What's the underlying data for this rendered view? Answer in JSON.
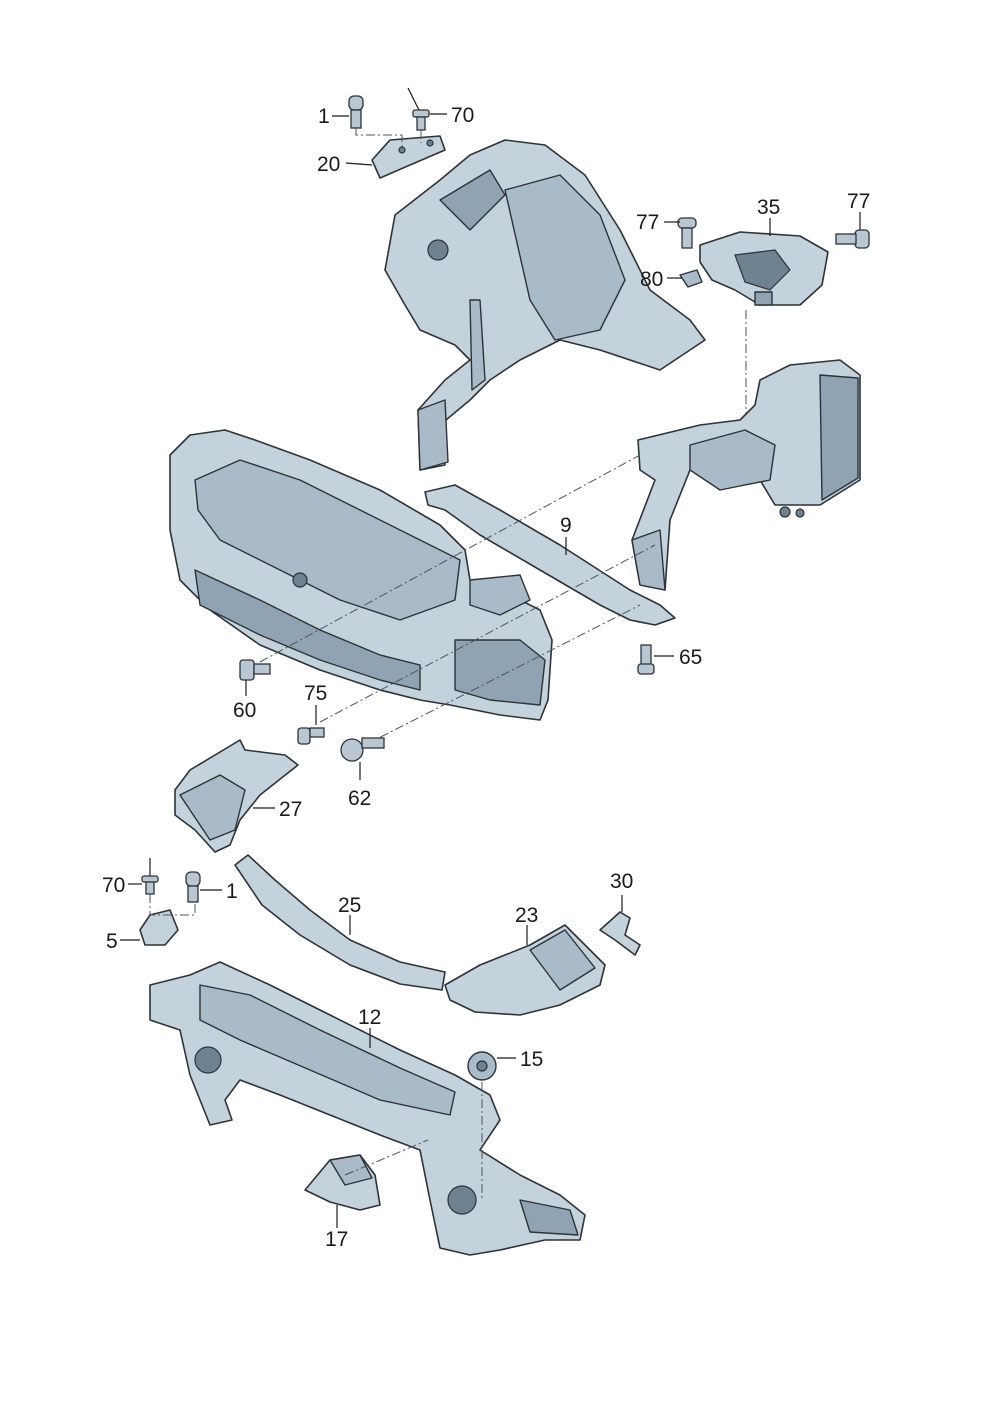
{
  "callouts": {
    "c1_top": "1",
    "c70_top": "70",
    "c20": "20",
    "c77_left": "77",
    "c35": "35",
    "c77_right": "77",
    "c80": "80",
    "c9": "9",
    "c65": "65",
    "c60": "60",
    "c75": "75",
    "c62": "62",
    "c27": "27",
    "c70_bottom": "70",
    "c1_bottom": "1",
    "c5": "5",
    "c30": "30",
    "c25": "25",
    "c23": "23",
    "c12": "12",
    "c15": "15",
    "c17": "17"
  }
}
